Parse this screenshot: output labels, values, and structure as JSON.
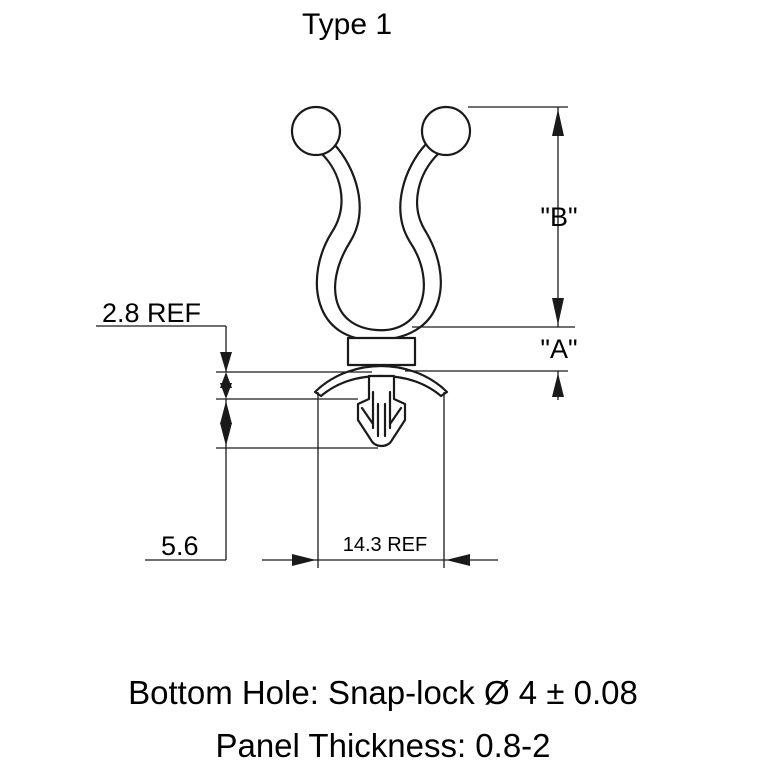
{
  "title": "Type 1",
  "dimensions": {
    "b_label": "\"B\"",
    "a_label": "\"A\"",
    "ref_28": "2.8 REF",
    "ref_56": "5.6",
    "ref_143": "14.3 REF"
  },
  "notes": {
    "bottom_hole": "Bottom Hole: Snap-lock Ø 4 ± 0.08",
    "panel_thickness": "Panel Thickness: 0.8-2"
  }
}
